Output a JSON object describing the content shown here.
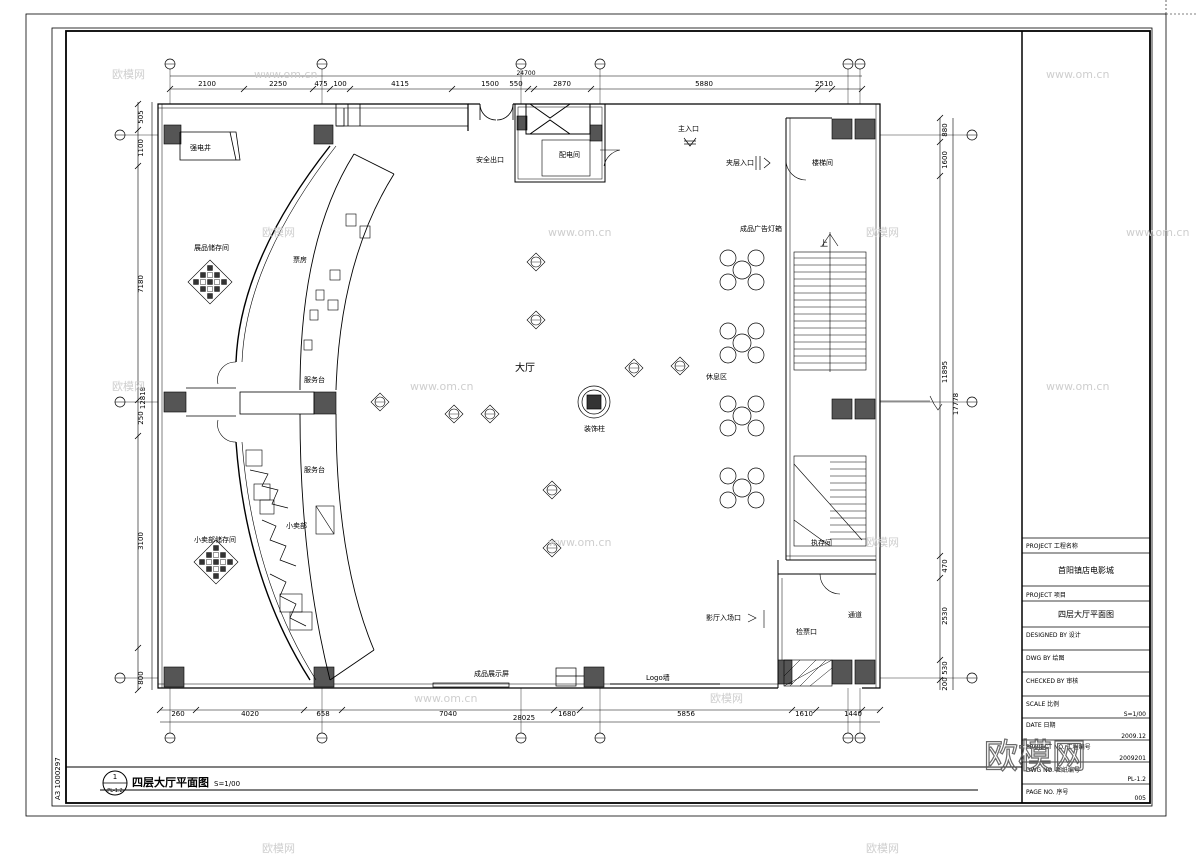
{
  "drawing": {
    "title": "四层大厅平面图",
    "scale": "S=1/00",
    "title_ref_top": "1",
    "title_ref_bottom": "PL-1.2",
    "side_code": "A3 1000297",
    "top_dimensions": {
      "total": "24700",
      "segments": [
        "2100",
        "2250",
        "475",
        "100",
        "4115",
        "1500",
        "550",
        "2870",
        "5880",
        "2510"
      ]
    },
    "bottom_dimensions": {
      "total": "28025",
      "segments": [
        "260",
        "4020",
        "658",
        "7040",
        "1680",
        "5856",
        "1610",
        "1440"
      ]
    },
    "left_dimensions": {
      "total": "12818",
      "segments": [
        "505",
        "1100",
        "7180",
        "250",
        "3100",
        "800"
      ]
    },
    "right_dimensions": {
      "total": "17778",
      "segments": [
        "880",
        "1600",
        "11895",
        "470",
        "2530",
        "530",
        "200"
      ]
    },
    "rooms": [
      "强电井",
      "安全出口",
      "配电间",
      "主入口",
      "夹层入口",
      "楼梯间",
      "成品广告灯箱",
      "展品储存间",
      "票房",
      "服务台",
      "大厅",
      "休息区",
      "装饰柱",
      "小卖部",
      "小卖部储存间",
      "执存间",
      "影厅入场口",
      "通道",
      "检票口",
      "成品展示屏",
      "Logo墙"
    ],
    "stair_label": "上",
    "watermark_text": "www.om.cn",
    "watermark_logo": "欧模网"
  },
  "title_block": {
    "project_label": "PROJECT 工程名称",
    "project_value": "首阳镇店电影城",
    "item_label": "PROJECT 项目",
    "item_value": "四层大厅平面图",
    "designed_label": "DESIGNED BY 设计",
    "drawn_label": "DWG BY 绘图",
    "checked_label": "CHECKED BY 审核",
    "scale_label": "SCALE 比例",
    "scale_value": "S=1/00",
    "date_label": "DATE 日期",
    "date_value": "2009.12",
    "project_no_label": "PROJECT NO. 工程编号",
    "project_no_value": "2009201",
    "dwg_no_label": "DWG NO. 图纸编号",
    "dwg_no_value": "PL-1.2",
    "page_label": "PAGE NO. 序号",
    "page_value": "005"
  }
}
